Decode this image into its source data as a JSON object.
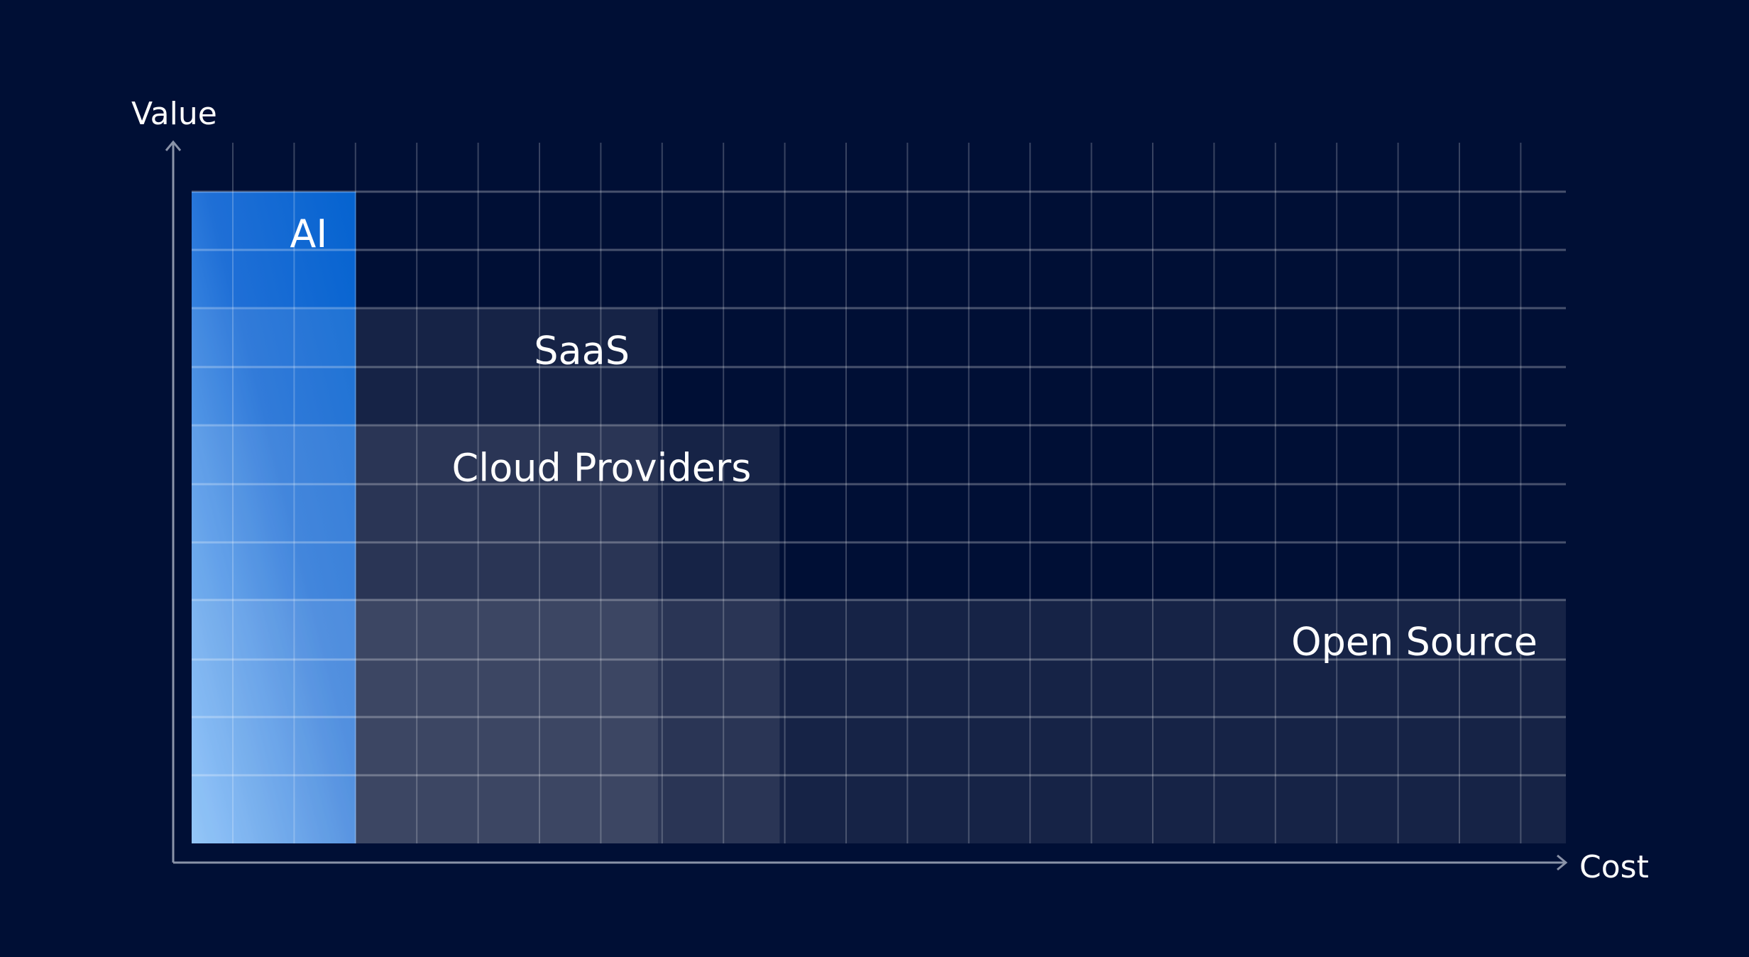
{
  "chart_data": {
    "type": "area",
    "title": "",
    "xlabel": "Cost",
    "ylabel": "Value",
    "xlim": [
      0,
      22.6
    ],
    "ylim": [
      0,
      11.15
    ],
    "grid": true,
    "blocks": [
      {
        "name": "AI",
        "cost": 2.7,
        "value": 11.15,
        "color": "#0563d0"
      },
      {
        "name": "SaaS",
        "cost": 7.67,
        "value": 9.15,
        "color": "#ffffff"
      },
      {
        "name": "Cloud Providers",
        "cost": 9.67,
        "value": 7.15,
        "color": "#ffffff"
      },
      {
        "name": "Open Source",
        "cost": 22.6,
        "value": 4.17,
        "color": "#ffffff"
      }
    ]
  },
  "colors": {
    "background": "#000f35",
    "ai_top": "#0563d0",
    "ai_bottom": "#74b6f8",
    "axis": "#8a93a8"
  }
}
